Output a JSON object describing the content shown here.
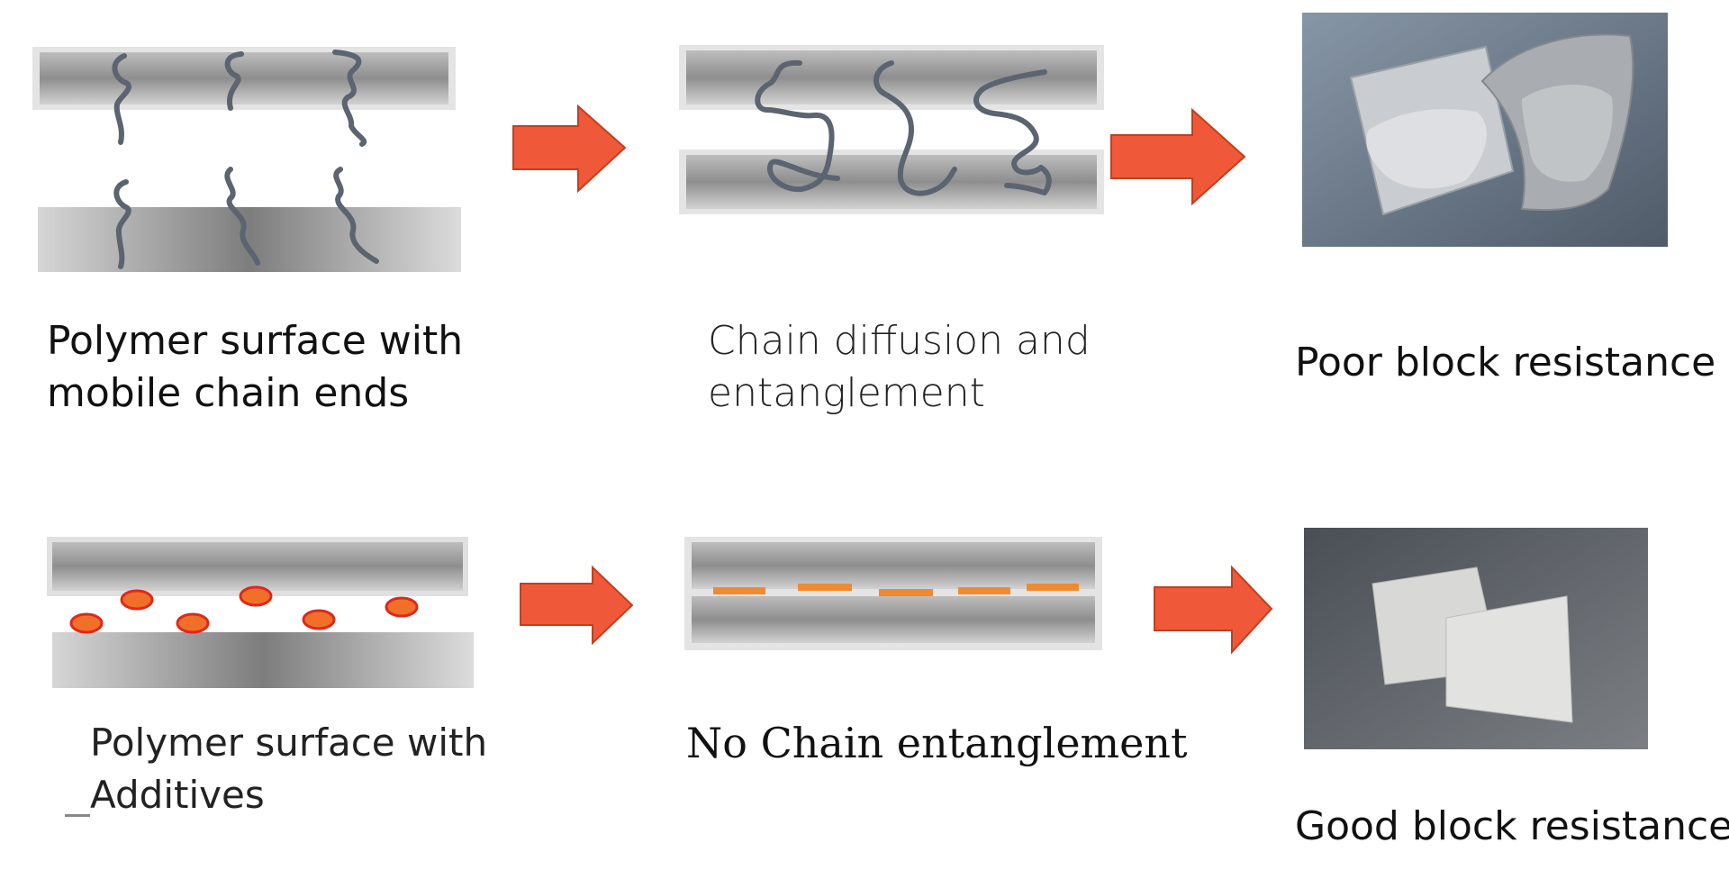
{
  "captions": {
    "top_left": [
      "Polymer surface with",
      "mobile chain ends"
    ],
    "top_middle": [
      "Chain diffusion and",
      "entanglement"
    ],
    "top_right": "Poor block resistance",
    "bottom_left": [
      "Polymer surface with",
      "Additives"
    ],
    "bottom_middle": "No Chain entanglement",
    "bottom_right": "Good block resistance"
  },
  "colors": {
    "arrow_fill": "#f0583a",
    "arrow_stroke": "#c0401f",
    "chain": "#5b6470",
    "additive_fill": "#f0702a",
    "additive_stroke": "#e0281a",
    "dash": "#f08a30"
  }
}
